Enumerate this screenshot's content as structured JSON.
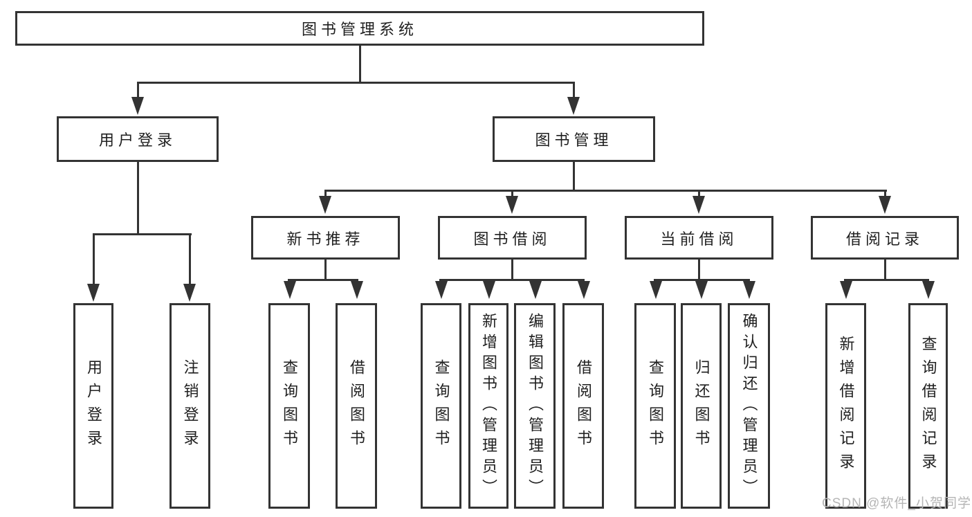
{
  "colors": {
    "line": "#333333",
    "text": "#1f1f1f",
    "watermark": "#b5b5b5",
    "background": "#ffffff"
  },
  "tree": {
    "root": {
      "label": "图书管理系统"
    },
    "branches": [
      {
        "label": "用户登录",
        "leaves": [
          {
            "label": "用户登录"
          },
          {
            "label": "注销登录"
          }
        ]
      },
      {
        "label": "图书管理",
        "sections": [
          {
            "label": "新书推荐",
            "leaves": [
              {
                "label": "查询图书"
              },
              {
                "label": "借阅图书"
              }
            ]
          },
          {
            "label": "图书借阅",
            "leaves": [
              {
                "label": "查询图书"
              },
              {
                "label": "新增图书（管理员）"
              },
              {
                "label": "编辑图书（管理员）"
              },
              {
                "label": "借阅图书"
              }
            ]
          },
          {
            "label": "当前借阅",
            "leaves": [
              {
                "label": "查询图书"
              },
              {
                "label": "归还图书"
              },
              {
                "label": "确认归还（管理员）"
              }
            ]
          },
          {
            "label": "借阅记录",
            "leaves": [
              {
                "label": "新增借阅记录"
              },
              {
                "label": "查询借阅记录"
              }
            ]
          }
        ]
      }
    ]
  },
  "watermark": {
    "text": "CSDN @软件_小贺同学"
  }
}
